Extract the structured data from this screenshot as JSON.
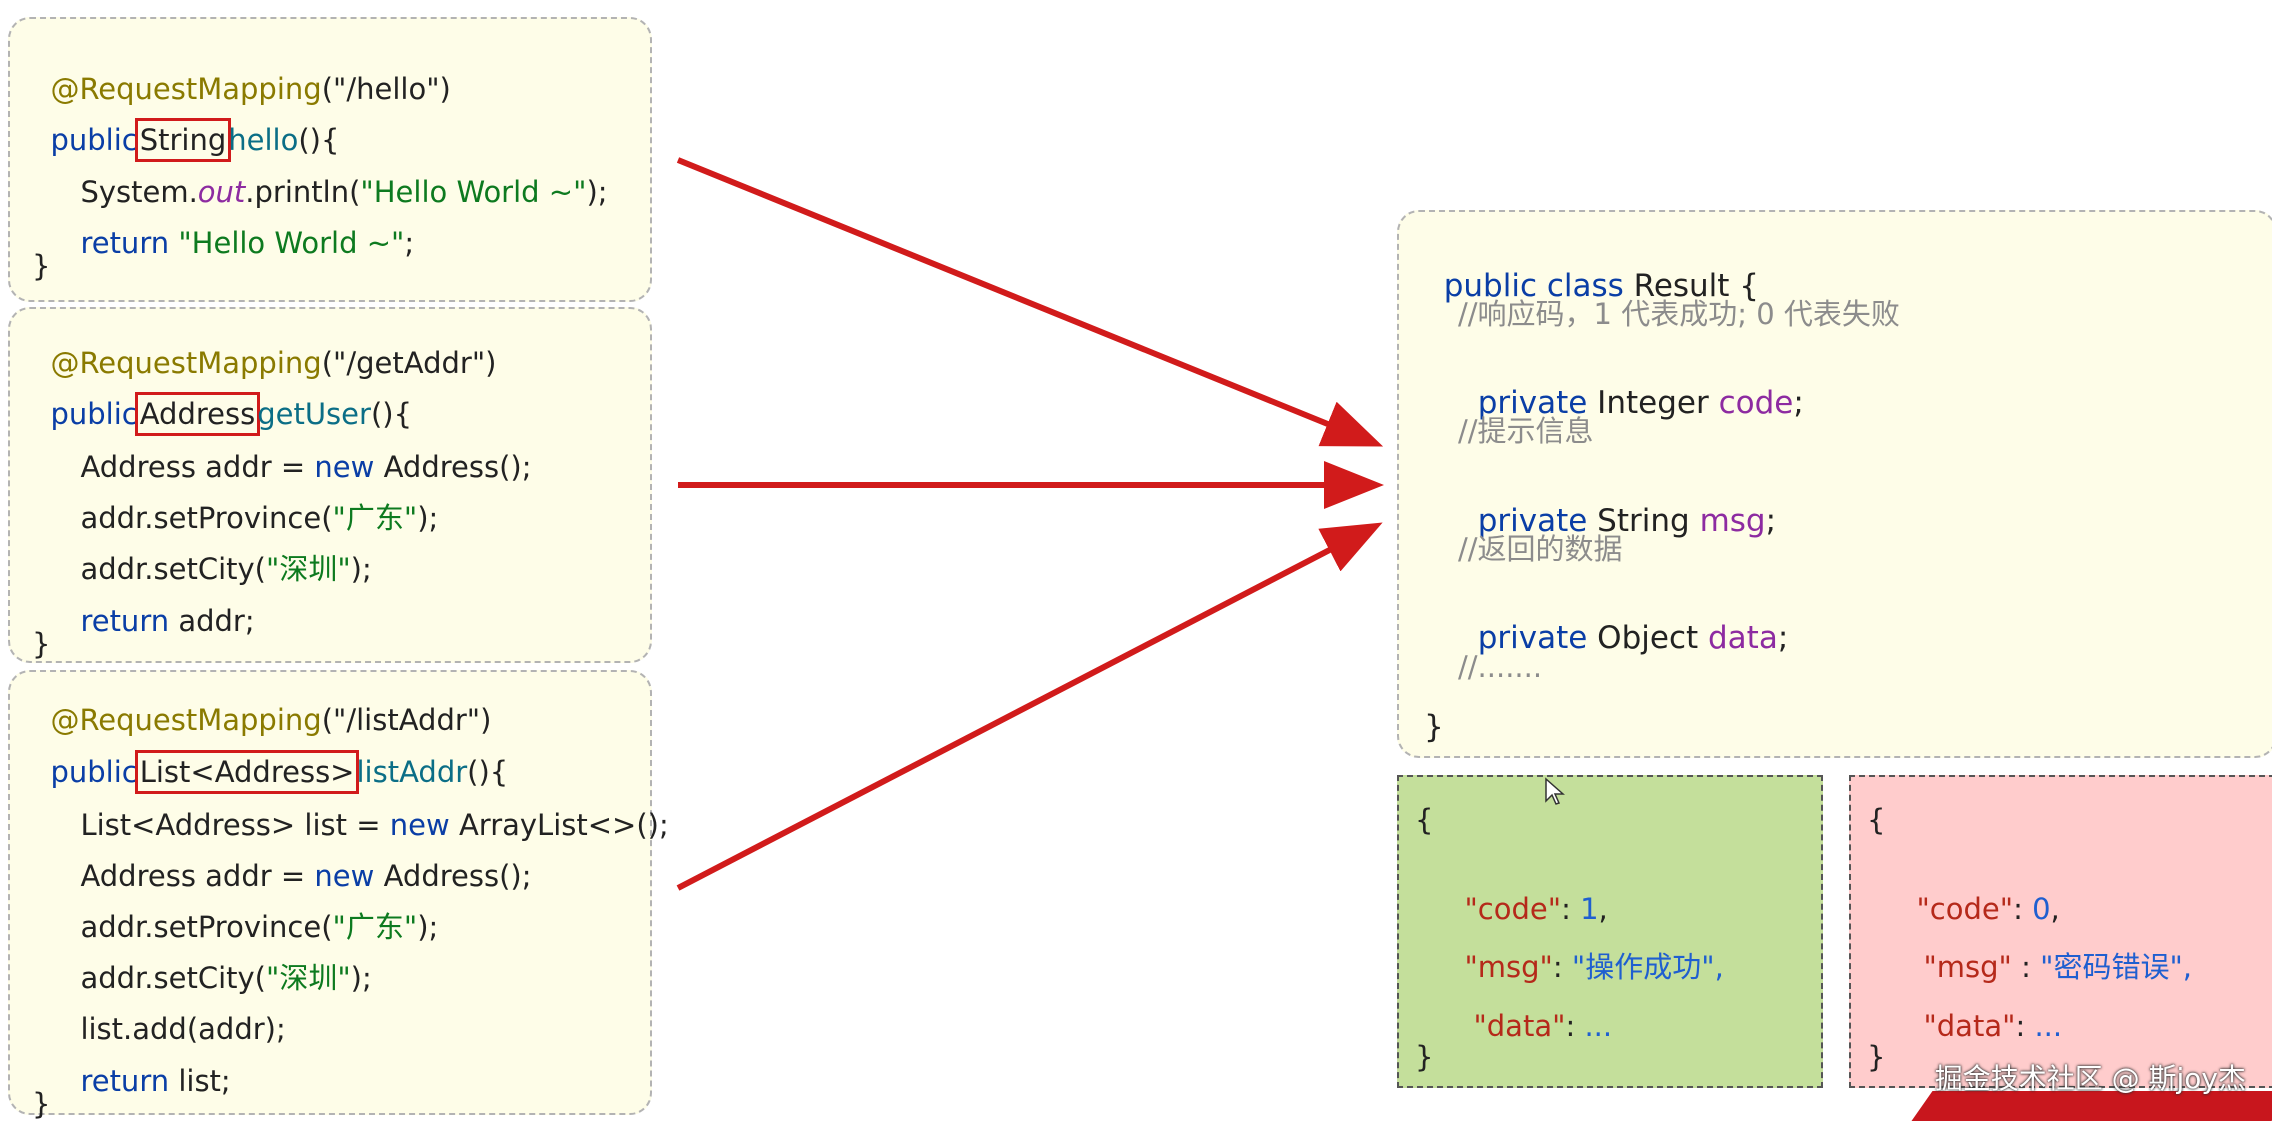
{
  "controllers": [
    {
      "annotation": "@RequestMapping",
      "path": "(\"/hello\")",
      "modifier": "public",
      "return_type": "String",
      "method": "hello",
      "signature_tail": "(){",
      "body": [
        {
          "a": "System.",
          "b": "out",
          "c": ".println(",
          "d": "\"Hello World ~\"",
          "e": ");"
        },
        {
          "kw": "return",
          "str": "\"Hello World ~\"",
          "tail": ";"
        }
      ],
      "close": "}"
    },
    {
      "annotation": "@RequestMapping",
      "path": "(\"/getAddr\")",
      "modifier": "public",
      "return_type": "Address",
      "method": "getUser",
      "signature_tail": "(){",
      "body": [
        {
          "a": "Address addr = ",
          "kw": "new",
          "b": " Address();"
        },
        {
          "a": "addr.setProvince(",
          "str": "\"广东\"",
          "b": ");"
        },
        {
          "a": "addr.setCity(",
          "str": "\"深圳\"",
          "b": ");"
        },
        {
          "kw": "return",
          "b": " addr;"
        }
      ],
      "close": "}"
    },
    {
      "annotation": "@RequestMapping",
      "path": "(\"/listAddr\")",
      "modifier": "public",
      "return_type": "List<Address>",
      "method": "listAddr",
      "signature_tail": "(){",
      "body": [
        {
          "a": "List<Address> list = ",
          "kw": "new",
          "b": " ArrayList<>();"
        },
        {
          "a": "Address addr = ",
          "kw": "new",
          "b": " Address();"
        },
        {
          "a": "addr.setProvince(",
          "str": "\"广东\"",
          "b": ");"
        },
        {
          "a": "addr.setCity(",
          "str": "\"深圳\"",
          "b": ");"
        },
        {
          "a": "list.add(addr);"
        },
        {
          "kw": "return",
          "b": " list;"
        }
      ],
      "close": "}"
    }
  ],
  "result_class": {
    "decl_kw": "public class",
    "decl_name": " Result {",
    "comment_code": "//响应码，1 代表成功; 0 代表失败",
    "field_code": {
      "kw": "private",
      "type": " Integer ",
      "name": "code",
      "end": ";"
    },
    "comment_msg": "//提示信息",
    "field_msg": {
      "kw": "private",
      "type": " String ",
      "name": "msg",
      "end": ";"
    },
    "comment_data": "//返回的数据",
    "field_data": {
      "kw": "private",
      "type": " Object ",
      "name": "data",
      "end": ";"
    },
    "ellipsis": "//.......",
    "close": "}"
  },
  "json_success": {
    "open": "{",
    "code_key": "\"code\"",
    "code_val": "1",
    "code_sep": ": ",
    "code_end": ",",
    "msg_key": "\"msg\"",
    "msg_sep": ": ",
    "msg_val": "\"操作成功\"",
    "msg_end": ",",
    "data_key": "\"data\"",
    "data_sep": ": ",
    "data_val": "...",
    "close": "}"
  },
  "json_error": {
    "open": "{",
    "code_key": "\"code\"",
    "code_val": "0",
    "code_sep": ": ",
    "code_end": ",",
    "msg_key": "\"msg\"",
    "msg_sep": " : ",
    "msg_val": "\"密码错误\"",
    "msg_end": ",",
    "data_key": "\"data\"",
    "data_sep": ": ",
    "data_val": "...",
    "close": "}"
  },
  "watermark": "掘金技术社区 @ 斯joy杰",
  "colors": {
    "arrow": "#d11b1b",
    "code_box": "#fefde8",
    "success_box": "#c4df9b",
    "error_box": "#ffcccc"
  }
}
